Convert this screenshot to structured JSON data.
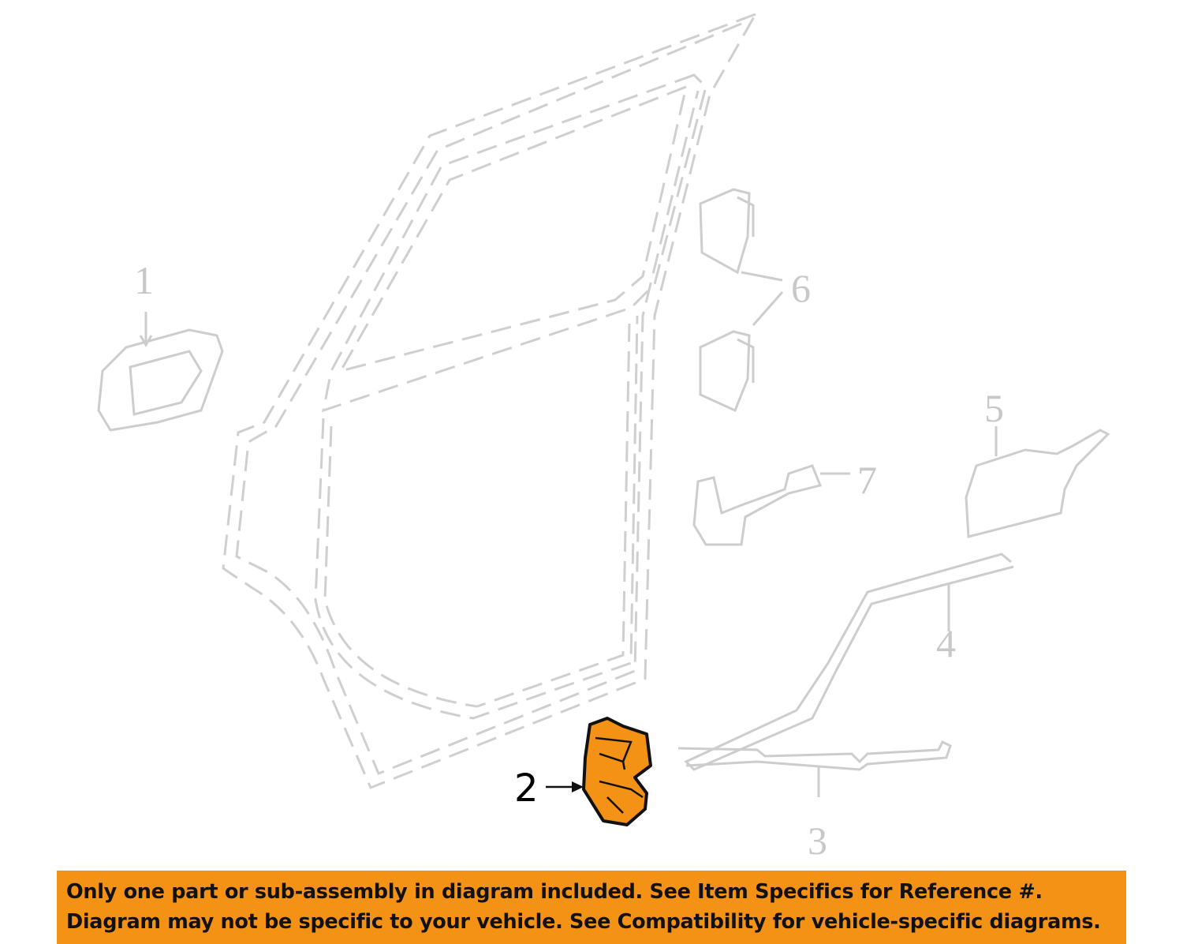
{
  "callouts": {
    "c1": "1",
    "c2": "2",
    "c3": "3",
    "c4": "4",
    "c5": "5",
    "c6": "6",
    "c7": "7"
  },
  "highlighted_part": "2",
  "colors": {
    "highlight": "#f39214",
    "ghost_lines": "#c8c8c8",
    "banner_bg": "#f39214"
  },
  "banner": {
    "line1": "Only one part or sub-assembly in diagram included. See Item Specifics for Reference #.",
    "line2": "Diagram may not be specific to your vehicle. See Compatibility for vehicle-specific diagrams."
  }
}
